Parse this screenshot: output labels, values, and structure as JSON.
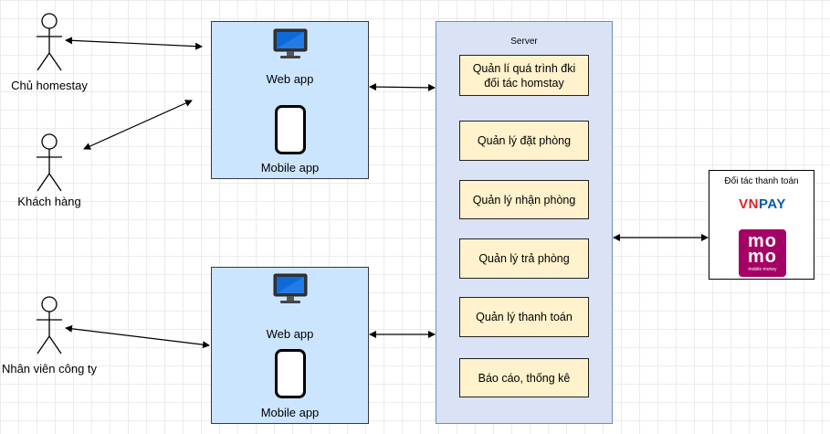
{
  "actors": [
    {
      "id": "homestay-owner",
      "label": "Chủ homestay"
    },
    {
      "id": "customer",
      "label": "Khách hàng"
    },
    {
      "id": "company-staff",
      "label": "Nhân viên công ty"
    }
  ],
  "client_group_top": {
    "web_label": "Web app",
    "mobile_label": "Mobile app"
  },
  "client_group_bottom": {
    "web_label": "Web app",
    "mobile_label": "Mobile app"
  },
  "server": {
    "title": "Server",
    "modules": [
      "Quản lí quá trình đki đối tác homstay",
      "Quản lý đặt phòng",
      "Quản lý nhận phòng",
      "Quản lý trả phòng",
      "Quản lý thanh toán",
      "Báo cáo, thống kê"
    ]
  },
  "payment_partner": {
    "title": "Đối tác thanh toán",
    "vnpay_vn": "VN",
    "vnpay_pay": "PAY",
    "momo_word_1": "mo",
    "momo_word_2": "mo",
    "momo_sub": "mobile money"
  },
  "colors": {
    "app_fill": "#cce5ff",
    "server_fill": "#dae3f5",
    "module_fill": "#fff2cc",
    "momo_brand": "#a50064",
    "vnpay_red": "#e31e24",
    "vnpay_blue": "#005baa"
  }
}
